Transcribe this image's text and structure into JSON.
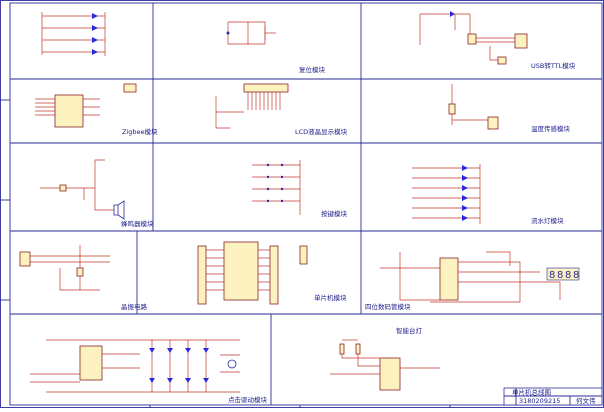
{
  "modules": {
    "zigbee": "Zigbee模块",
    "reset": "复位模块",
    "usb_ttl": "USB转TTL模块",
    "lcd": "LCD液晶显示模块",
    "temp_sensor": "温度传感模块",
    "buzzer": "蜂鸣器模块",
    "keys": "按键模块",
    "led_flow": "流水灯模块",
    "crystal": "晶振电路",
    "mcu": "单片机模块",
    "seg_display": "四位数码管模块",
    "smart_lamp": "智能台灯",
    "motor_drive": "点击驱动模块"
  },
  "title_block": {
    "title": "单片机总线图",
    "drawing_no": "3180209215",
    "author": "何文伟"
  },
  "seven_seg_digits": [
    "8",
    "8",
    "8",
    "8"
  ],
  "colors": {
    "frame": "#2b2b9a",
    "wire": "#c0392b",
    "ic_fill": "#fbf2c0",
    "led": "#2a2adf"
  }
}
